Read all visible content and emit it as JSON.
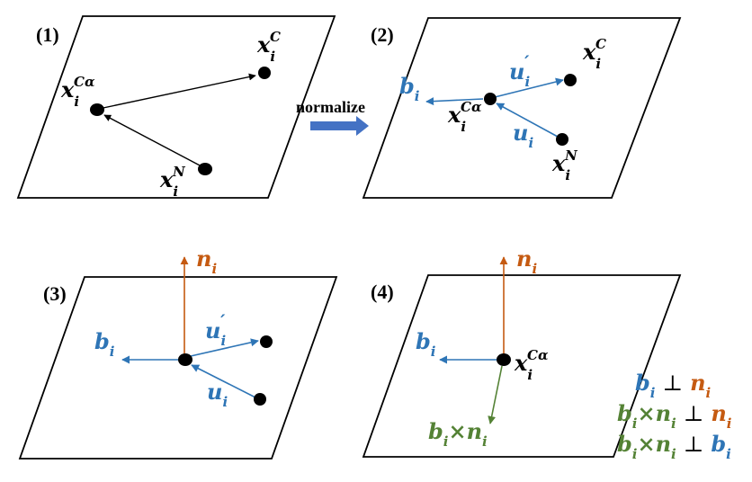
{
  "colors": {
    "black": "#000000",
    "blue": "#2e75b6",
    "orange": "#c55a11",
    "green": "#548235",
    "arrow_fill": "#4472c4"
  },
  "step_labels": {
    "p1": "(1)",
    "p2": "(2)",
    "p3": "(3)",
    "p4": "(4)"
  },
  "normalize_label": "normalize",
  "symbols": {
    "x": "x",
    "b": "b",
    "u": "u",
    "n": "n",
    "i": "i",
    "C": "C",
    "N": "N",
    "CA": "Cα",
    "prime": "′",
    "times": "×",
    "perp": "⊥"
  }
}
